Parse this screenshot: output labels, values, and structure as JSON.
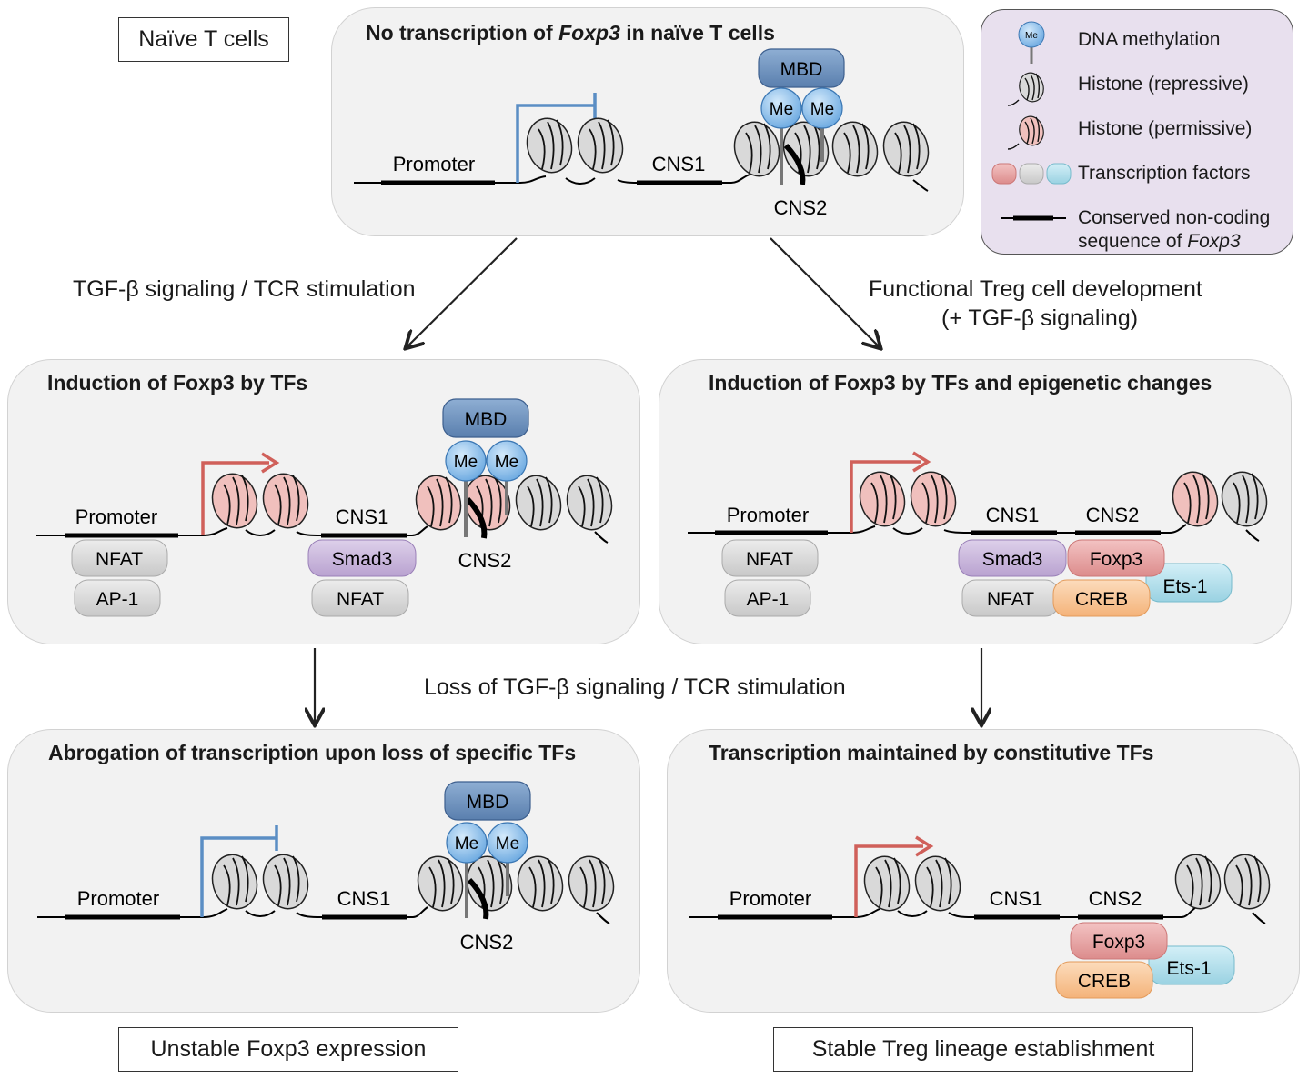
{
  "naive_label": "Naïve T cells",
  "panel_top": {
    "title_pre": "No transcription of ",
    "title_em": "Foxp3",
    "title_post": " in naïve T cells",
    "promoter": "Promoter",
    "cns1": "CNS1",
    "cns2": "CNS2",
    "mbd": "MBD",
    "me": "Me"
  },
  "legend": {
    "me_icon_text": "Me",
    "dna_methylation": "DNA methylation",
    "histone_repressive": "Histone (repressive)",
    "histone_permissive": "Histone (permissive)",
    "transcription_factors": "Transcription factors",
    "cns_line1": "Conserved non-coding",
    "cns_line2_pre": "sequence of ",
    "cns_line2_em": "Foxp3"
  },
  "arrows": {
    "left_label": "TGF-β signaling / TCR stimulation",
    "right_label_line1": "Functional Treg cell development",
    "right_label_line2": "(+ TGF-β signaling)",
    "middle_label": "Loss of TGF-β signaling / TCR stimulation"
  },
  "panel_mid_left": {
    "title": "Induction of Foxp3 by TFs",
    "promoter": "Promoter",
    "cns1": "CNS1",
    "cns2": "CNS2",
    "mbd": "MBD",
    "me": "Me",
    "tf_nfat": "NFAT",
    "tf_ap1": "AP-1",
    "tf_smad3": "Smad3",
    "tf_nfat2": "NFAT"
  },
  "panel_mid_right": {
    "title": "Induction of Foxp3 by TFs and epigenetic changes",
    "promoter": "Promoter",
    "cns1": "CNS1",
    "cns2": "CNS2",
    "tf_nfat": "NFAT",
    "tf_ap1": "AP-1",
    "tf_smad3": "Smad3",
    "tf_nfat2": "NFAT",
    "tf_foxp3": "Foxp3",
    "tf_creb": "CREB",
    "tf_ets1": "Ets-1"
  },
  "panel_bot_left": {
    "title": "Abrogation of transcription upon loss of specific TFs",
    "promoter": "Promoter",
    "cns1": "CNS1",
    "cns2": "CNS2",
    "mbd": "MBD",
    "me": "Me"
  },
  "panel_bot_right": {
    "title": "Transcription maintained by constitutive TFs",
    "promoter": "Promoter",
    "cns1": "CNS1",
    "cns2": "CNS2",
    "tf_foxp3": "Foxp3",
    "tf_creb": "CREB",
    "tf_ets1": "Ets-1"
  },
  "outcome_left": "Unstable Foxp3 expression",
  "outcome_right": "Stable Treg lineage establishment",
  "colors": {
    "repressive_arrow": "#5b8ec4",
    "active_arrow": "#d0605a",
    "mbd": "#6f93bf",
    "me": "#8fc0ec",
    "nfat": "#dcdcdc",
    "smad3": "#cdb9de",
    "foxp3": "#e8a4a4",
    "creb": "#f7c79a",
    "ets1": "#b6e0ec",
    "histone_repressive": "#d9d9d9",
    "histone_permissive": "#f0c0bd"
  }
}
